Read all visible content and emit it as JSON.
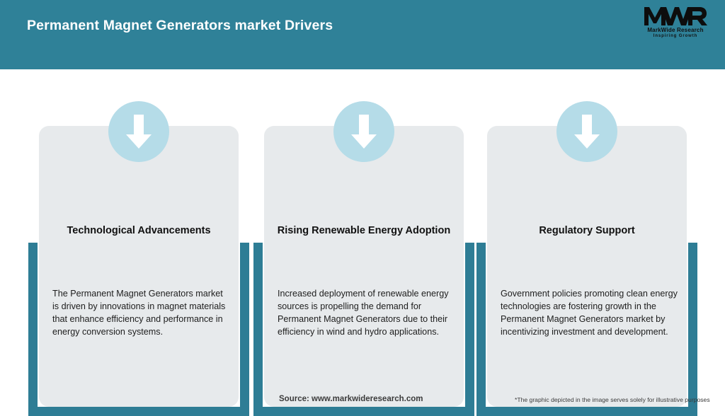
{
  "header": {
    "title": "Permanent Magnet Generators market Drivers",
    "background_color": "#2F8198",
    "title_color": "#FFFFFF"
  },
  "logo": {
    "mark": "MWR",
    "name": "MarkWide Research",
    "tagline": "Inspiring Growth"
  },
  "theme": {
    "accent_teal": "#2E7D95",
    "card_background": "#E7EAEC",
    "icon_circle": "#B5DCE8",
    "arrow_color": "#FFFFFF",
    "page_background": "#FFFFFF"
  },
  "cards": [
    {
      "icon": "arrow-down-icon",
      "title": "Technological Advancements",
      "body": "The Permanent Magnet Generators market is driven by innovations in magnet materials that enhance efficiency and performance in energy conversion systems."
    },
    {
      "icon": "arrow-down-icon",
      "title": "Rising Renewable Energy Adoption",
      "body": "Increased deployment of renewable energy sources is propelling the demand for Permanent Magnet Generators due to their efficiency in wind and hydro applications."
    },
    {
      "icon": "arrow-down-icon",
      "title": "Regulatory Support",
      "body": "Government policies promoting clean energy technologies are fostering growth in the Permanent Magnet Generators market by incentivizing investment and development."
    }
  ],
  "footer": {
    "source": "Source: www.markwideresearch.com",
    "disclaimer": "*The graphic depicted in the image serves solely for illustrative purposes"
  }
}
